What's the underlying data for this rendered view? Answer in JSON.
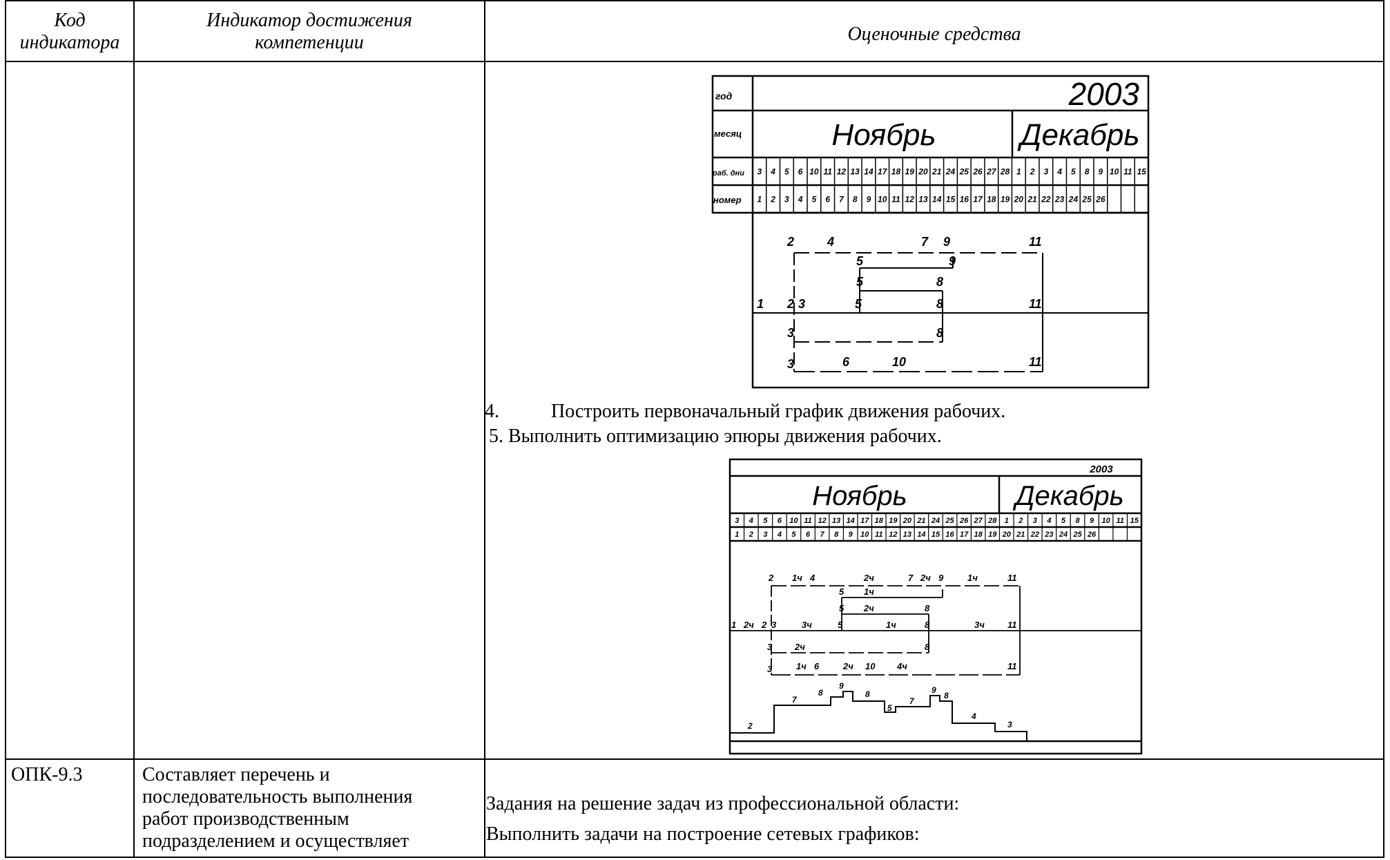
{
  "header": {
    "col1": [
      "Код",
      "индикатора"
    ],
    "col2": [
      "Индикатор достижения",
      "компетенции"
    ],
    "col3": "Оценочные средства"
  },
  "diagram1": {
    "row_labels": [
      "год",
      "месяц",
      "раб. дни",
      "номер"
    ],
    "year": "2003",
    "month1": "Ноябрь",
    "month2": "Декабрь",
    "work_days": [
      "3",
      "4",
      "5",
      "6",
      "10",
      "11",
      "12",
      "13",
      "14",
      "17",
      "18",
      "19",
      "20",
      "21",
      "24",
      "25",
      "26",
      "27",
      "28",
      "1",
      "2",
      "3",
      "4",
      "5",
      "8",
      "9",
      "10",
      "11",
      "15"
    ],
    "numbers": [
      "1",
      "2",
      "3",
      "4",
      "5",
      "6",
      "7",
      "8",
      "9",
      "10",
      "11",
      "12",
      "13",
      "14",
      "15",
      "16",
      "17",
      "18",
      "19",
      "20",
      "21",
      "22",
      "23",
      "24",
      "25",
      "26",
      "",
      ""
    ],
    "node_labels": [
      "1",
      "2",
      "3",
      "4",
      "5",
      "6",
      "7",
      "8",
      "9",
      "10",
      "11"
    ]
  },
  "steps": {
    "step4_num": "4.",
    "step4": "Построить первоначальный график движения рабочих.",
    "step5": "5. Выполнить оптимизацию эпюры движения рабочих."
  },
  "diagram2": {
    "year": "2003",
    "month1": "Ноябрь",
    "month2": "Декабрь",
    "duration_labels": [
      "1ч",
      "2ч",
      "3ч",
      "4ч"
    ],
    "workers": [
      "2",
      "7",
      "8",
      "9",
      "8",
      "5",
      "7",
      "9",
      "8",
      "4",
      "3"
    ]
  },
  "row2": {
    "code": "ОПК-9.3",
    "indicator": [
      "Составляет перечень и",
      "последовательность выполнения",
      "работ производственным",
      "подразделением и осуществляет"
    ],
    "task_title": "Задания на решение задач из профессиональной области:",
    "task_text": "Выполнить задачи на построение сетевых графиков:"
  }
}
